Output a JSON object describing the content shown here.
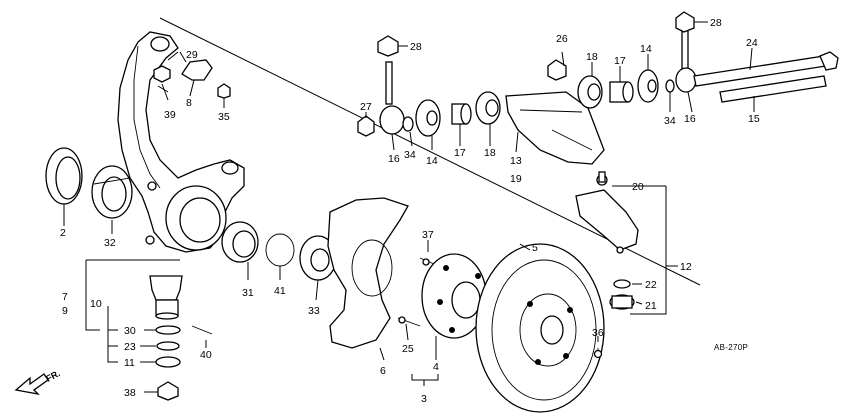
{
  "drawing_code": "AB-270P",
  "direction_label": "FR.",
  "callouts": [
    {
      "id": "c2",
      "label": "2"
    },
    {
      "id": "c3",
      "label": "3"
    },
    {
      "id": "c4",
      "label": "4"
    },
    {
      "id": "c5",
      "label": "5"
    },
    {
      "id": "c6",
      "label": "6"
    },
    {
      "id": "c7",
      "label": "7"
    },
    {
      "id": "c8",
      "label": "8"
    },
    {
      "id": "c9",
      "label": "9"
    },
    {
      "id": "c10",
      "label": "10"
    },
    {
      "id": "c11",
      "label": "11"
    },
    {
      "id": "c12",
      "label": "12"
    },
    {
      "id": "c13",
      "label": "13"
    },
    {
      "id": "c14a",
      "label": "14"
    },
    {
      "id": "c14b",
      "label": "14"
    },
    {
      "id": "c15",
      "label": "15"
    },
    {
      "id": "c16a",
      "label": "16"
    },
    {
      "id": "c16b",
      "label": "16"
    },
    {
      "id": "c17a",
      "label": "17"
    },
    {
      "id": "c17b",
      "label": "17"
    },
    {
      "id": "c18a",
      "label": "18"
    },
    {
      "id": "c18b",
      "label": "18"
    },
    {
      "id": "c19",
      "label": "19"
    },
    {
      "id": "c20",
      "label": "20"
    },
    {
      "id": "c21",
      "label": "21"
    },
    {
      "id": "c22",
      "label": "22"
    },
    {
      "id": "c23",
      "label": "23"
    },
    {
      "id": "c24",
      "label": "24"
    },
    {
      "id": "c25",
      "label": "25"
    },
    {
      "id": "c26",
      "label": "26"
    },
    {
      "id": "c27",
      "label": "27"
    },
    {
      "id": "c28a",
      "label": "28"
    },
    {
      "id": "c28b",
      "label": "28"
    },
    {
      "id": "c29",
      "label": "29"
    },
    {
      "id": "c30",
      "label": "30"
    },
    {
      "id": "c31",
      "label": "31"
    },
    {
      "id": "c32",
      "label": "32"
    },
    {
      "id": "c33",
      "label": "33"
    },
    {
      "id": "c34a",
      "label": "34"
    },
    {
      "id": "c34b",
      "label": "34"
    },
    {
      "id": "c35",
      "label": "35"
    },
    {
      "id": "c36",
      "label": "36"
    },
    {
      "id": "c37",
      "label": "37"
    },
    {
      "id": "c38",
      "label": "38"
    },
    {
      "id": "c39",
      "label": "39"
    },
    {
      "id": "c40",
      "label": "40"
    },
    {
      "id": "c41",
      "label": "41"
    }
  ]
}
